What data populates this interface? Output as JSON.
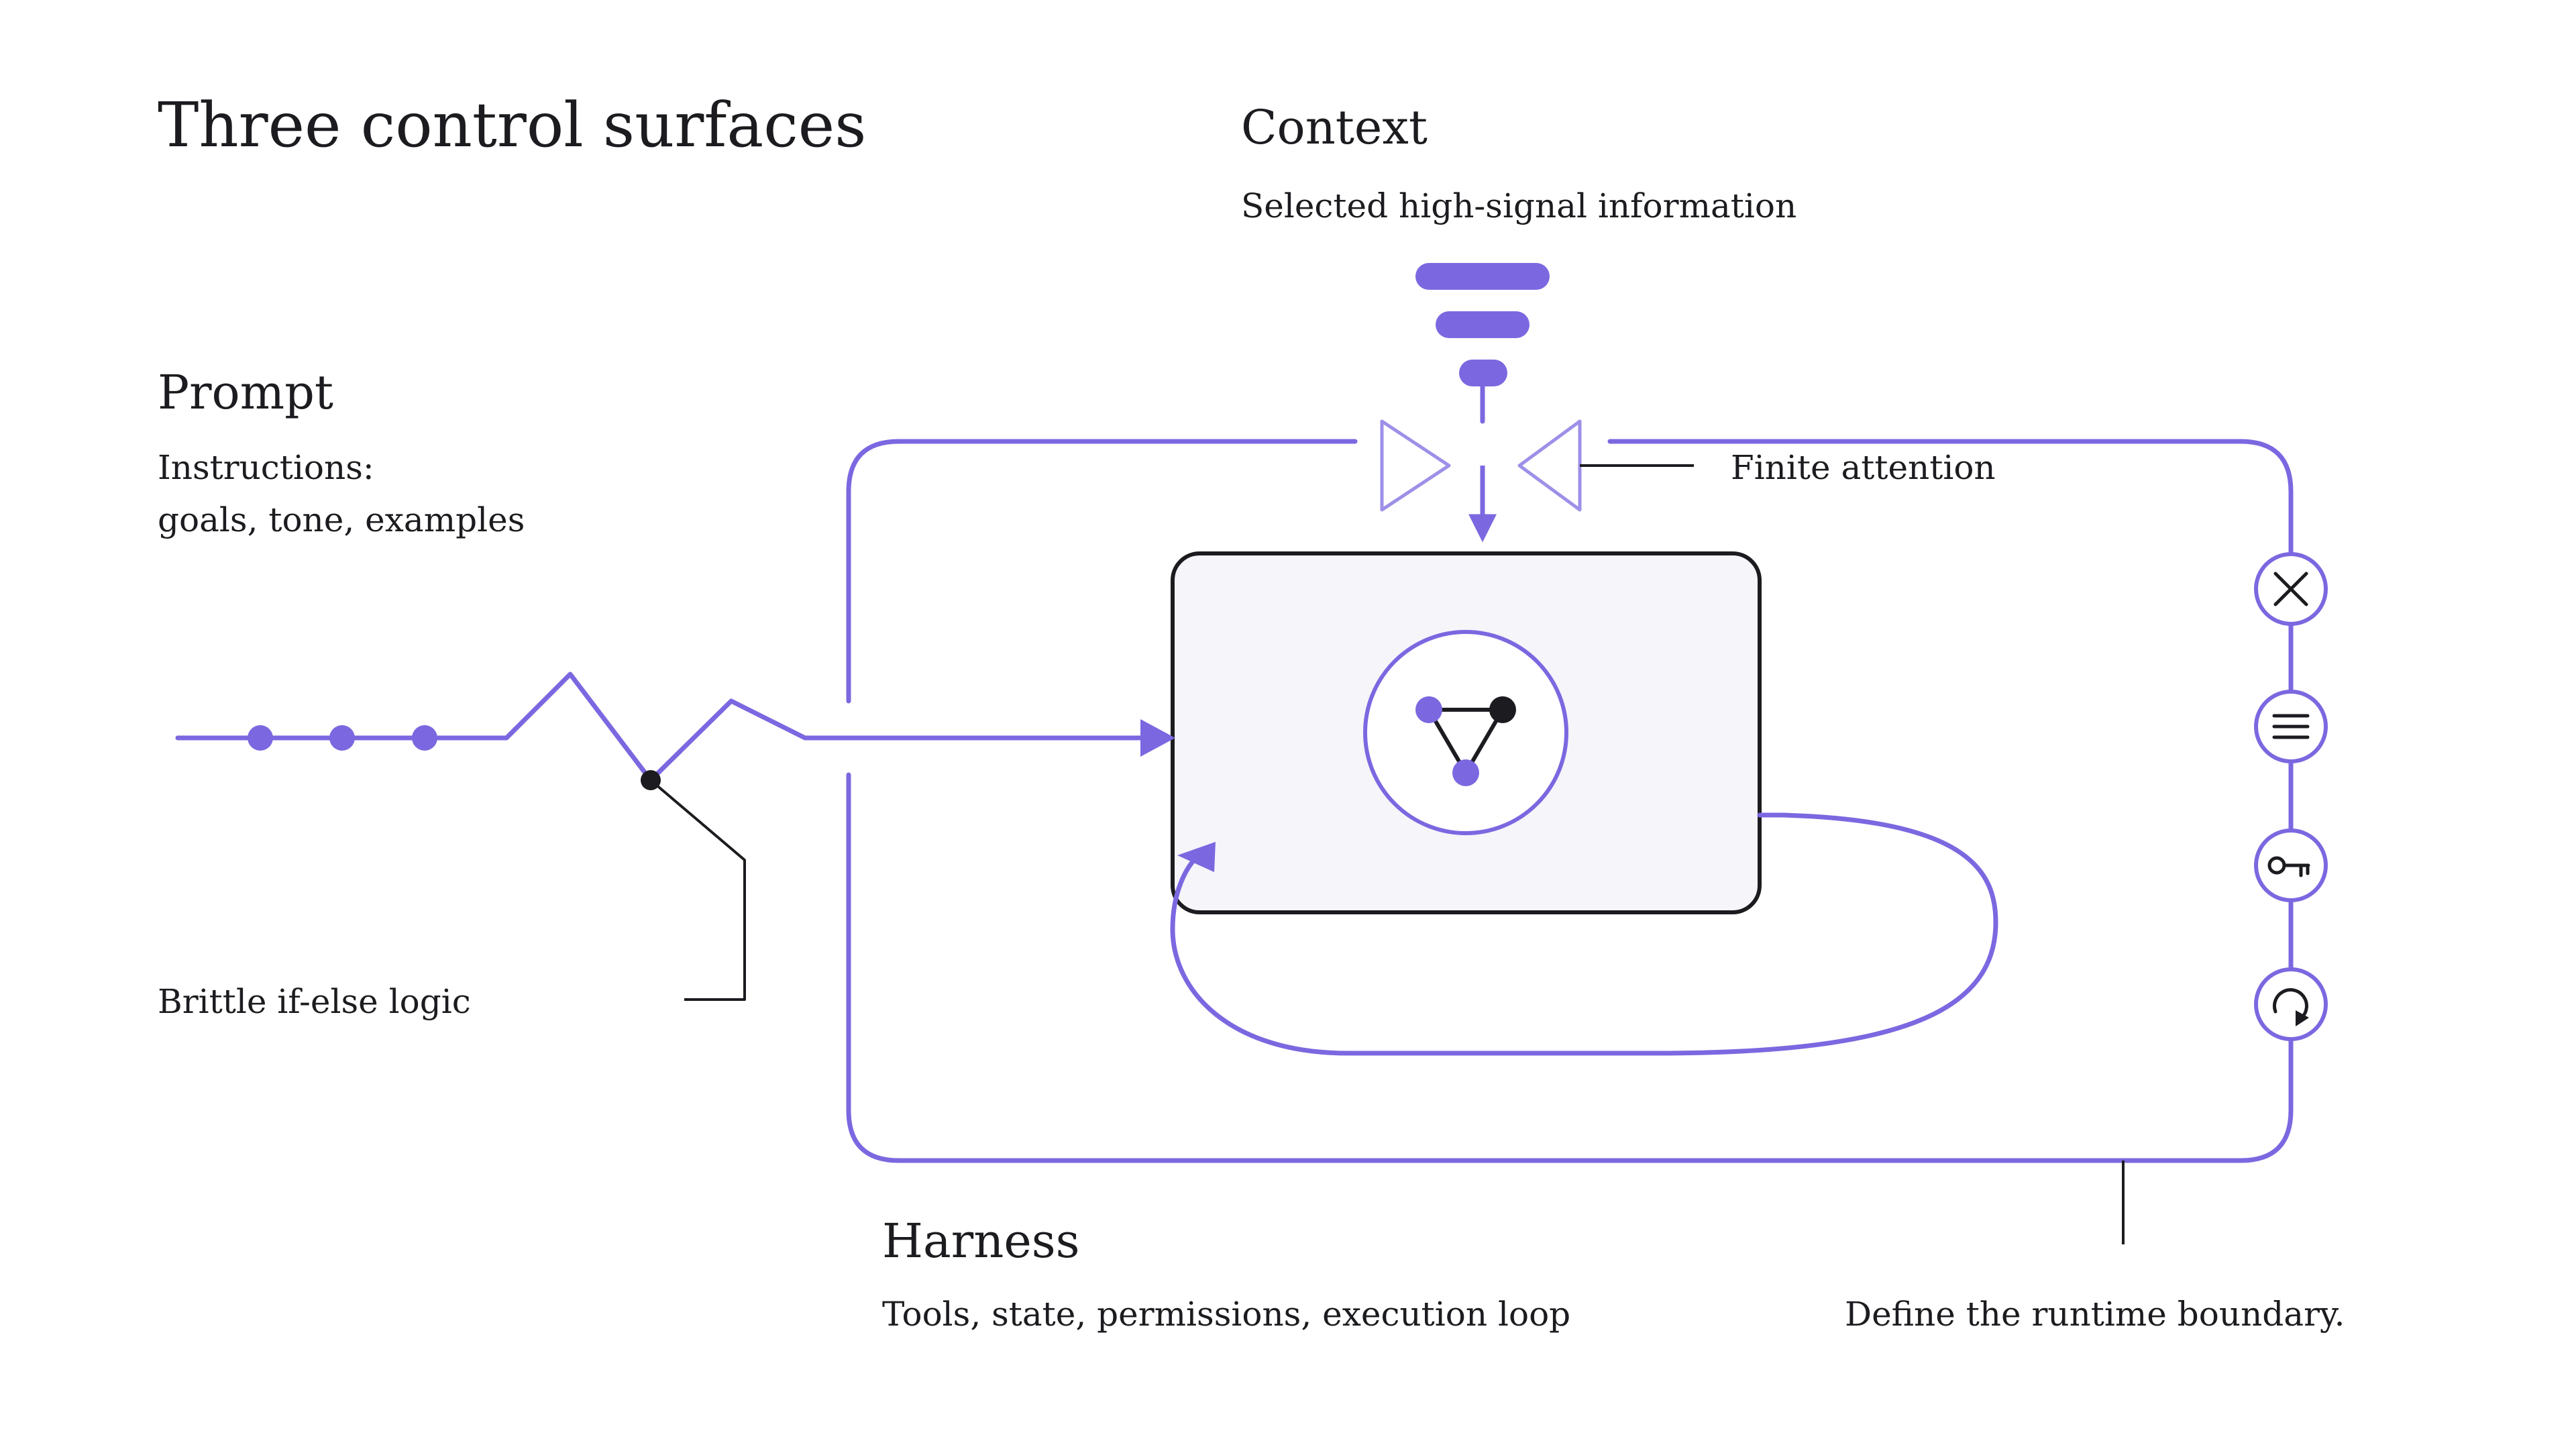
{
  "title": "Three control surfaces",
  "context": {
    "heading": "Context",
    "description": "Selected high-signal information"
  },
  "prompt": {
    "heading": "Prompt",
    "description_line1": "Instructions:",
    "description_line2": "goals, tone, examples"
  },
  "harness": {
    "heading": "Harness",
    "description": "Tools, state, permissions, execution loop"
  },
  "annotations": {
    "finite_attention": "Finite attention",
    "brittle_logic": "Brittle if-else logic",
    "runtime_boundary": "Define the runtime boundary."
  },
  "control_icons": [
    "close-icon",
    "menu-icon",
    "key-icon",
    "refresh-icon"
  ],
  "colors": {
    "accent": "#7B68E0",
    "ink": "#1C1C20",
    "box_fill": "#F5F5FA",
    "light_stroke": "#9C90E8"
  }
}
